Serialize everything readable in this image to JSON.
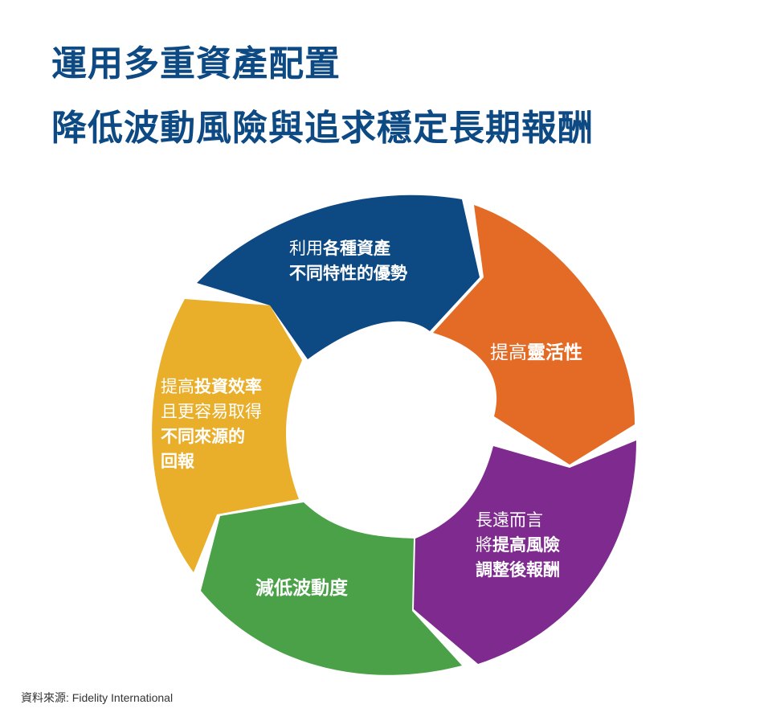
{
  "title": {
    "line1": "運用多重資產配置",
    "line2": "降低波動風險與追求穩定長期報酬"
  },
  "segments": {
    "blue": {
      "line1_a": "利用",
      "line1_b": "各種資產",
      "line2": "不同特性的優勢"
    },
    "orange": {
      "line1_a": "提高",
      "line1_b": "靈活性"
    },
    "purple": {
      "line1": "長遠而言",
      "line2_a": "將",
      "line2_b": "提高風險",
      "line3": "調整後報酬"
    },
    "green": {
      "line1": "減低波動度"
    },
    "yellow": {
      "line1_a": "提高",
      "line1_b": "投資效率",
      "line2": "且更容易取得",
      "line3": "不同來源的",
      "line4": "回報"
    }
  },
  "colors": {
    "title": "#0d4a84",
    "blue": "#0d4a84",
    "orange": "#e36b25",
    "purple": "#7e2a8e",
    "green": "#4aa147",
    "yellow": "#e9ae2a"
  },
  "source": "資料來源: Fidelity International"
}
